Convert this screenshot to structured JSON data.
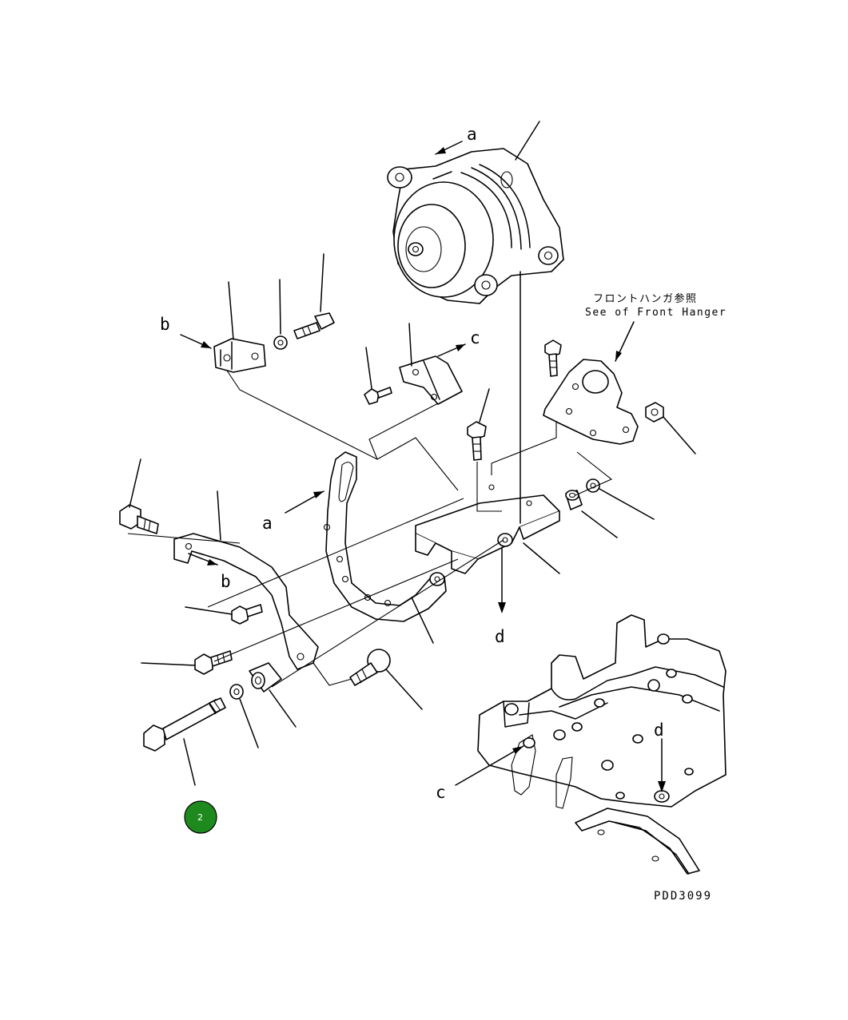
{
  "diagram": {
    "labels": {
      "a_top": "a",
      "a_left": "a",
      "b_top": "b",
      "b_lower": "b",
      "c_top": "c",
      "c_bottom": "c",
      "d_mid": "d",
      "d_head": "d"
    },
    "note": {
      "japanese": "フロントハンガ参照",
      "english": "See of Front Hanger"
    },
    "drawing_code": "PDD3099",
    "badge": {
      "text": "2",
      "color": "#1e8a1e"
    }
  }
}
